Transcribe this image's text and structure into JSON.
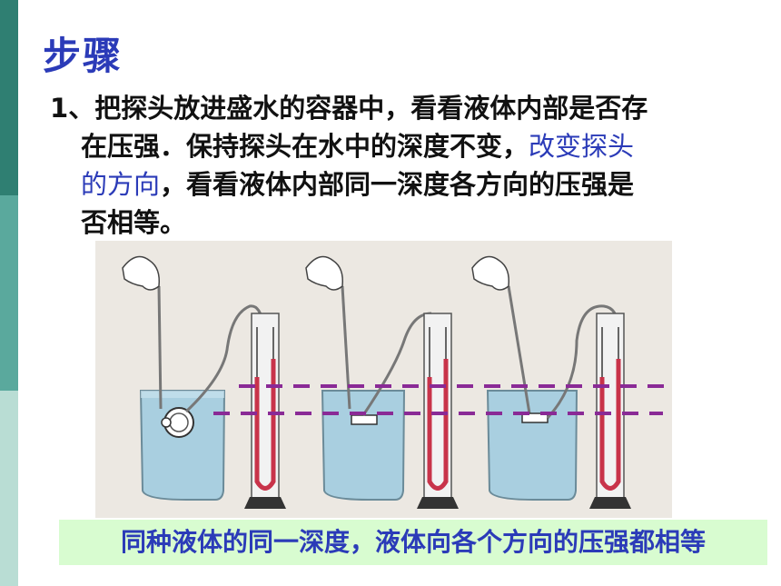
{
  "title": "步骤",
  "step": {
    "number": "1",
    "line1_a": "、把探头放进盛水的容器中，看看液体内部是否存",
    "line2": "在压强．保持探头在水中的深度不变，",
    "line2_highlight": "改变探头",
    "line3_highlight": "的方向",
    "line3_rest": "，看看液体内部同一深度各方向的压强是",
    "line4": "否相等。"
  },
  "caption": "同种液体的同一深度，液体向各个方向的压强都相等",
  "colors": {
    "accent": "#2b3bb8",
    "sidebar_dark": "#2f7f72",
    "sidebar_mid": "#5aa99d",
    "sidebar_light": "#b9ddd4",
    "caption_bg": "#d8fcd0",
    "water": "#a9cfe0",
    "liquid_red": "#c8334a",
    "dashed_line": "#8a2a96"
  }
}
